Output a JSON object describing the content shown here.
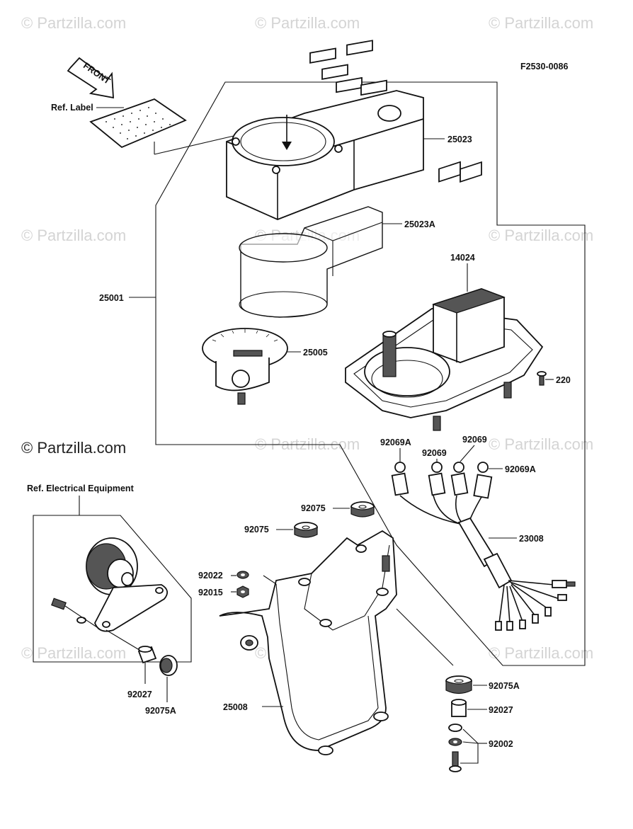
{
  "figure_code": "F2530-0086",
  "front_label": "FRONT",
  "ref_label": "Ref. Label",
  "ref_electrical": "Ref.  Electrical Equipment",
  "watermark": "© Partzilla.com",
  "callouts": {
    "c25023": "25023",
    "c25023A": "25023A",
    "c25001": "25001",
    "c14024": "14024",
    "c25005": "25005",
    "c220": "220",
    "c92069A_l": "92069A",
    "c92069_a": "92069",
    "c92069_b": "92069",
    "c92069A_r": "92069A",
    "c92075_a": "92075",
    "c92075_b": "92075",
    "c23008": "23008",
    "c92022": "92022",
    "c92015": "92015",
    "c92027_l": "92027",
    "c92075A_l": "92075A",
    "c25008": "25008",
    "c92075A_r": "92075A",
    "c92027_r": "92027",
    "c92002": "92002"
  }
}
